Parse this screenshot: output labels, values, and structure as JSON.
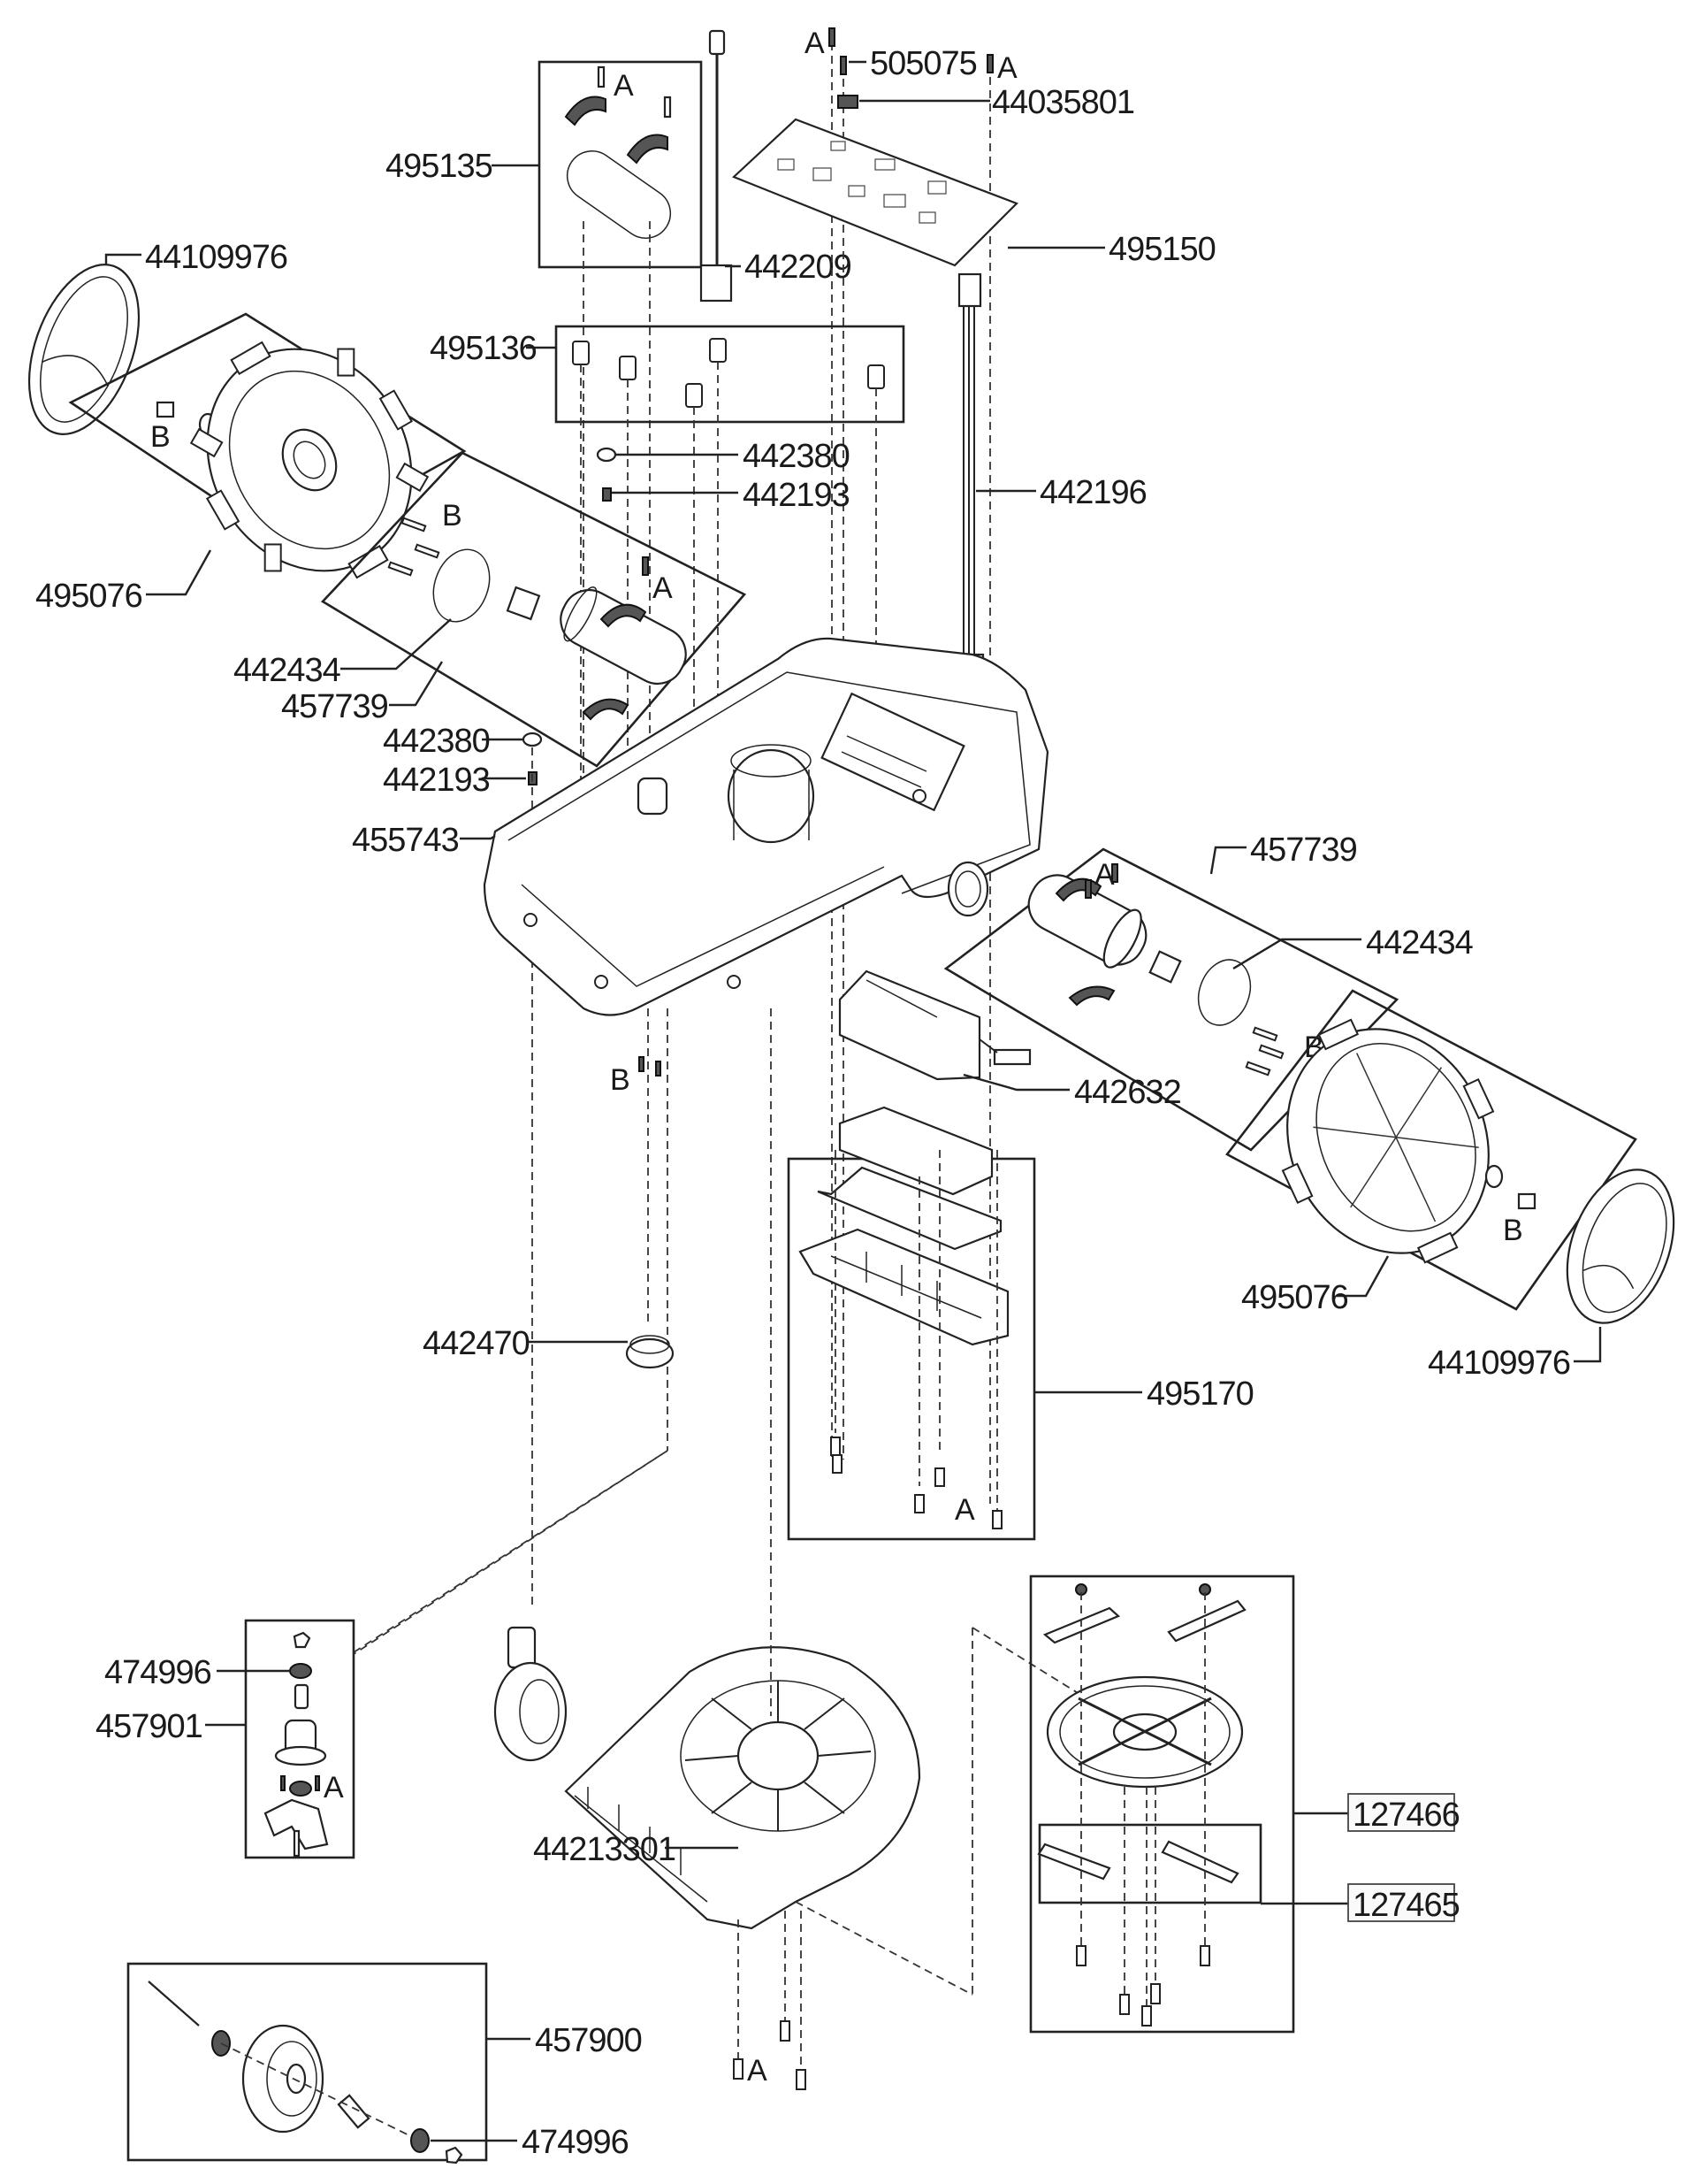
{
  "diagram": {
    "type": "exploded-parts-diagram",
    "subject": "robotic lawn mower chassis"
  },
  "part_labels": {
    "p495135": "495135",
    "p44109976_left": "44109976",
    "p442209": "442209",
    "p495136": "495136",
    "p442380_top": "442380",
    "p442193_top": "442193",
    "p442196": "442196",
    "p495076_left": "495076",
    "p442434_left": "442434",
    "p457739_left": "457739",
    "p442380_left": "442380",
    "p442193_left": "442193",
    "p455743": "455743",
    "p505075": "505075",
    "p44035801": "44035801",
    "p495150": "495150",
    "p457739_right": "457739",
    "p442434_right": "442434",
    "p442632": "442632",
    "p495076_right": "495076",
    "p495170": "495170",
    "p44109976_right": "44109976",
    "p442470": "442470",
    "p474996_top": "474996",
    "p457901": "457901",
    "p44213301": "44213301",
    "p127466": "127466",
    "p127465": "127465",
    "p457900": "457900",
    "p474996_bottom": "474996"
  },
  "fastener_markers": {
    "A": "A",
    "B": "B"
  }
}
